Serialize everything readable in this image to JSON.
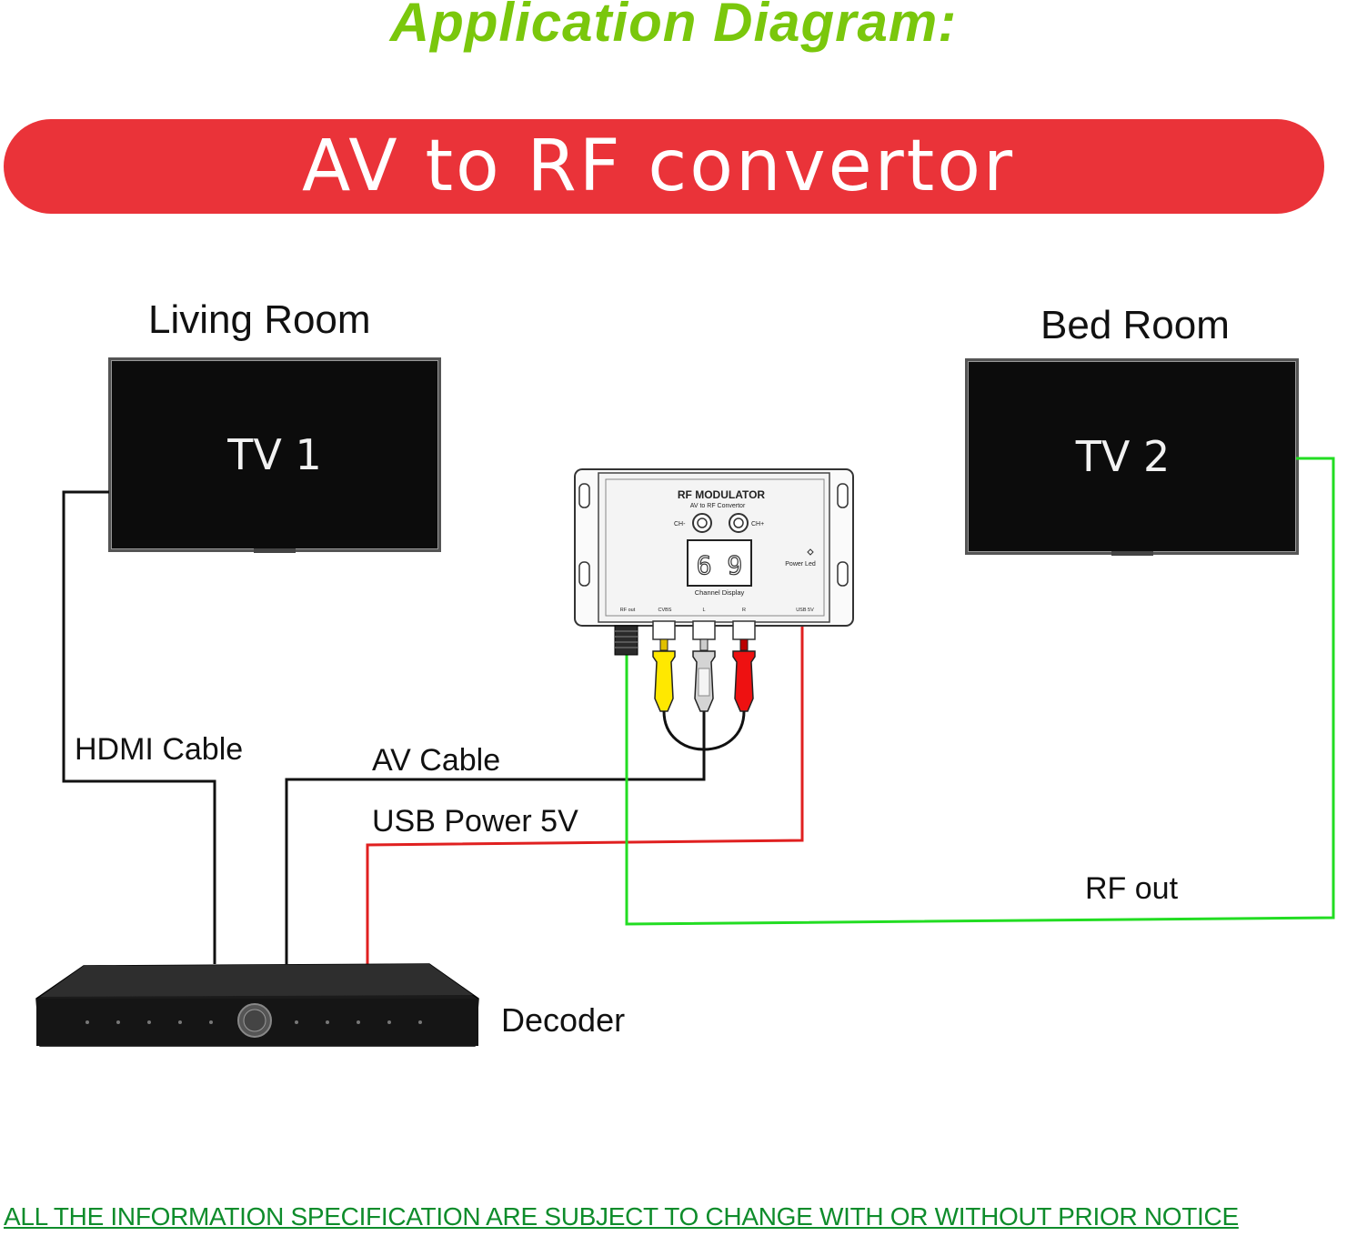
{
  "heading": "Application Diagram:",
  "banner": "AV to RF convertor",
  "rooms": {
    "living_room": "Living Room",
    "bed_room": "Bed Room"
  },
  "tvs": {
    "tv1": "TV 1",
    "tv2": "TV 2"
  },
  "modulator": {
    "title": "RF MODULATOR",
    "subtitle": "AV to RF Convertor",
    "ch_minus": "CH-",
    "ch_plus": "CH+",
    "display_value": "6 9",
    "display_label": "Channel Display",
    "power_led": "Power Led",
    "ports": {
      "rf_out": "RF out",
      "cvbs": "CVBS",
      "left": "L",
      "right": "R",
      "usb": "USB 5V"
    }
  },
  "cables": {
    "hdmi": "HDMI Cable",
    "av": "AV Cable",
    "usb_power": "USB Power 5V",
    "rf_out": "RF out"
  },
  "decoder": "Decoder",
  "colors": {
    "heading": "#7ac70c",
    "banner": "#ea3339",
    "rf_wire": "#22dd22",
    "usb_wire": "#e02020",
    "footer": "#0e8c2b"
  },
  "footer": "ALL THE INFORMATION SPECIFICATION ARE SUBJECT TO CHANGE WITH OR WITHOUT PRIOR NOTICE"
}
